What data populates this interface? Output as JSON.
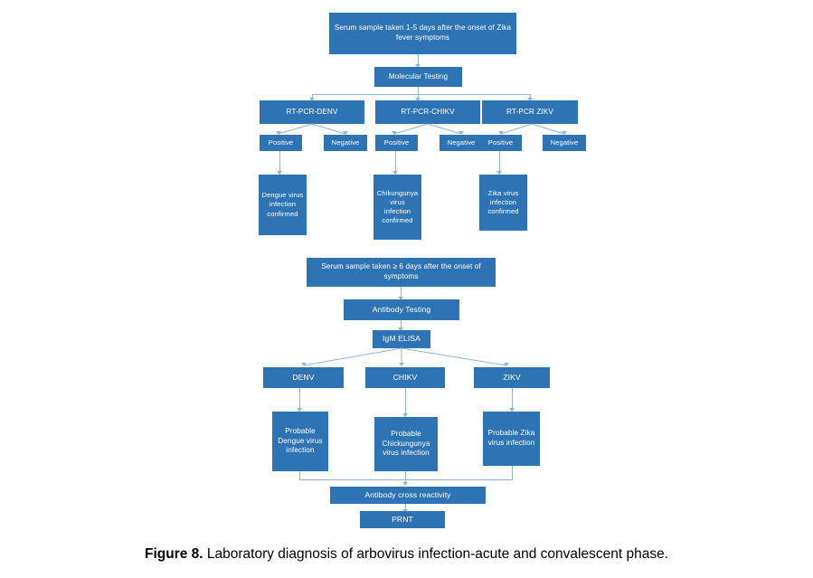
{
  "figure": {
    "caption_label": "Figure 8.",
    "caption_text": " Laboratory diagnosis of arbovirus infection-acute and convalescent phase.",
    "accent_color": "#2E74B5",
    "connector_color": "#8FB4D9",
    "background_color": "#ffffff",
    "text_color": "#ffffff"
  },
  "diagram": {
    "type": "flowchart",
    "title": "Laboratory diagnosis of arbovirus infection-acute and convalescent phase",
    "sections": [
      {
        "name": "acute-phase",
        "root": "Serum sample taken 1-5 days after the onset of Zika fever symptoms",
        "test": "Molecular Testing"
      },
      {
        "name": "convalescent-phase",
        "root": "Serum sample taken ≥ 6 days after the onset of symptoms",
        "test": "Antibody Testing",
        "assay": "IgM ELISA"
      }
    ],
    "nodes": {
      "acute_sample": "Serum sample taken 1-5 days after the onset of Zika fever symptoms",
      "molecular_testing": "Molecular Testing",
      "rtpcr_denv": "RT-PCR-DENV",
      "rtpcr_chikv": "RT-PCR-CHIKV",
      "rtpcr_zikv": "RT-PCR ZIKV",
      "denv_positive": "Positive",
      "denv_negative": "Negative",
      "chikv_positive": "Positive",
      "chikv_negative": "Negative",
      "zikv_positive": "Positive",
      "zikv_negative": "Negative",
      "dengue_confirmed": "Dengue virus infection confirmed",
      "chikungunya_confirmed": "Chikungunya virus infection confirmed",
      "zika_confirmed": "Zika virus infection confirmed",
      "convalescent_sample": "Serum sample taken ≥ 6 days after the onset of symptoms",
      "antibody_testing": "Antibody Testing",
      "igm_elisa": "IgM ELISA",
      "denv": "DENV",
      "chikv": "CHIKV",
      "zikv": "ZIKV",
      "probable_dengue": "Probable Dengue virus infection",
      "probable_chikungunya": "Probable Chickungunya virus infection",
      "probable_zika": "Probable Zika virus infection",
      "antibody_cross_reactivity": "Antibody cross reactivity",
      "prnt": "PRNT"
    },
    "edges": [
      {
        "from": "acute_sample",
        "to": "molecular_testing"
      },
      {
        "from": "molecular_testing",
        "to": "rtpcr_denv"
      },
      {
        "from": "molecular_testing",
        "to": "rtpcr_chikv"
      },
      {
        "from": "molecular_testing",
        "to": "rtpcr_zikv"
      },
      {
        "from": "rtpcr_denv",
        "to": "denv_positive"
      },
      {
        "from": "rtpcr_denv",
        "to": "denv_negative"
      },
      {
        "from": "rtpcr_chikv",
        "to": "chikv_positive"
      },
      {
        "from": "rtpcr_chikv",
        "to": "chikv_negative"
      },
      {
        "from": "rtpcr_zikv",
        "to": "zikv_positive"
      },
      {
        "from": "rtpcr_zikv",
        "to": "zikv_negative"
      },
      {
        "from": "denv_positive",
        "to": "dengue_confirmed"
      },
      {
        "from": "chikv_positive",
        "to": "chikungunya_confirmed"
      },
      {
        "from": "zikv_positive",
        "to": "zika_confirmed"
      },
      {
        "from": "convalescent_sample",
        "to": "antibody_testing"
      },
      {
        "from": "antibody_testing",
        "to": "igm_elisa"
      },
      {
        "from": "igm_elisa",
        "to": "denv"
      },
      {
        "from": "igm_elisa",
        "to": "chikv"
      },
      {
        "from": "igm_elisa",
        "to": "zikv"
      },
      {
        "from": "denv",
        "to": "probable_dengue"
      },
      {
        "from": "chikv",
        "to": "probable_chikungunya"
      },
      {
        "from": "zikv",
        "to": "probable_zika"
      },
      {
        "from": "probable_dengue",
        "to": "antibody_cross_reactivity"
      },
      {
        "from": "probable_chikungunya",
        "to": "antibody_cross_reactivity"
      },
      {
        "from": "probable_zika",
        "to": "antibody_cross_reactivity"
      },
      {
        "from": "antibody_cross_reactivity",
        "to": "prnt"
      }
    ]
  }
}
